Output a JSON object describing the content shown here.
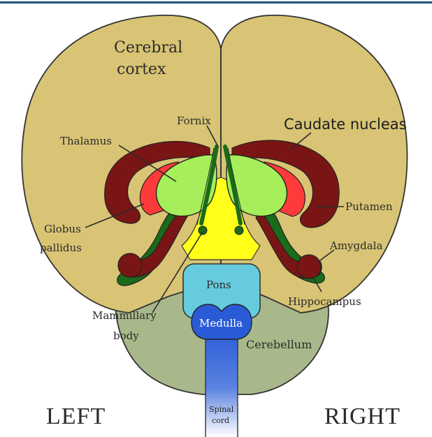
{
  "labels": {
    "cerebral_cortex_line1": "Cerebral",
    "cerebral_cortex_line2": "cortex",
    "fornix": "Fornix",
    "caudate_nucleus": "Caudate nucleas",
    "thalamus": "Thalamus",
    "putamen": "Putamen",
    "globus_pallidus_line1": "Globus",
    "globus_pallidus_line2": "pallidus",
    "amygdala": "Amygdala",
    "pons": "Pons",
    "hippocampus": "Hippocampus",
    "mammillary_body_line1": "Mammillary",
    "mammillary_body_line2": "body",
    "medulla": "Medulla",
    "cerebellum": "Cerebellum",
    "spinal_cord_line1": "Spinal",
    "spinal_cord_line2": "cord"
  },
  "sides": {
    "left": "LEFT",
    "right": "RIGHT"
  },
  "colors": {
    "cortex": "#d8c474",
    "cerebellum": "#a8b88a",
    "caudate": "#7a1515",
    "putamen_globus": "#ff3a3a",
    "thalamus": "#a6ee5a",
    "hippocampus": "#1a6b1a",
    "ventricle": "#ffff1a",
    "pons": "#66ccdd",
    "medulla": "#2a5bd7",
    "top_rule": "#1f4f7a"
  }
}
